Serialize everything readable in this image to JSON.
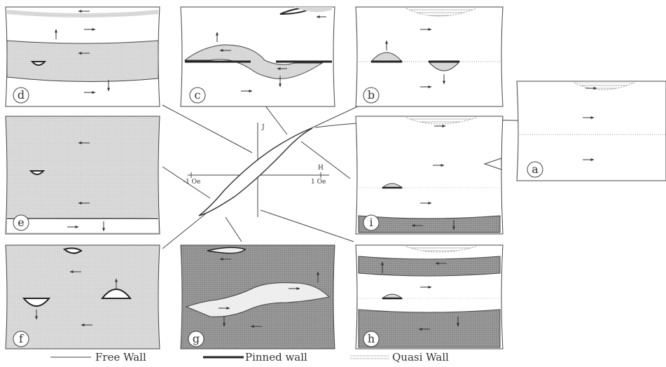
{
  "figure": {
    "axis": {
      "y_label": "J",
      "x_label": "H",
      "x_min_label": "-1 Oe",
      "x_max_label": "1 Oe"
    },
    "panels": [
      {
        "id": "a",
        "label": "a",
        "shade": "white"
      },
      {
        "id": "b",
        "label": "b",
        "shade": "white"
      },
      {
        "id": "c",
        "label": "c",
        "shade": "white"
      },
      {
        "id": "d",
        "label": "d",
        "shade": "white"
      },
      {
        "id": "e",
        "label": "e",
        "shade": "light-gray"
      },
      {
        "id": "f",
        "label": "f",
        "shade": "light-gray"
      },
      {
        "id": "g",
        "label": "g",
        "shade": "dark-gray"
      },
      {
        "id": "h",
        "label": "h",
        "shade": "mixed"
      },
      {
        "id": "i",
        "label": "i",
        "shade": "mixed"
      }
    ],
    "legend": {
      "free_wall": "Free Wall",
      "pinned_wall": "Pinned wall",
      "quasi_wall": "Quasi Wall"
    }
  },
  "colors": {
    "light_shade": "#d6d6d6",
    "dark_shade": "#a8a8a8",
    "line": "#3a3a3a",
    "pinned": "#222222"
  }
}
